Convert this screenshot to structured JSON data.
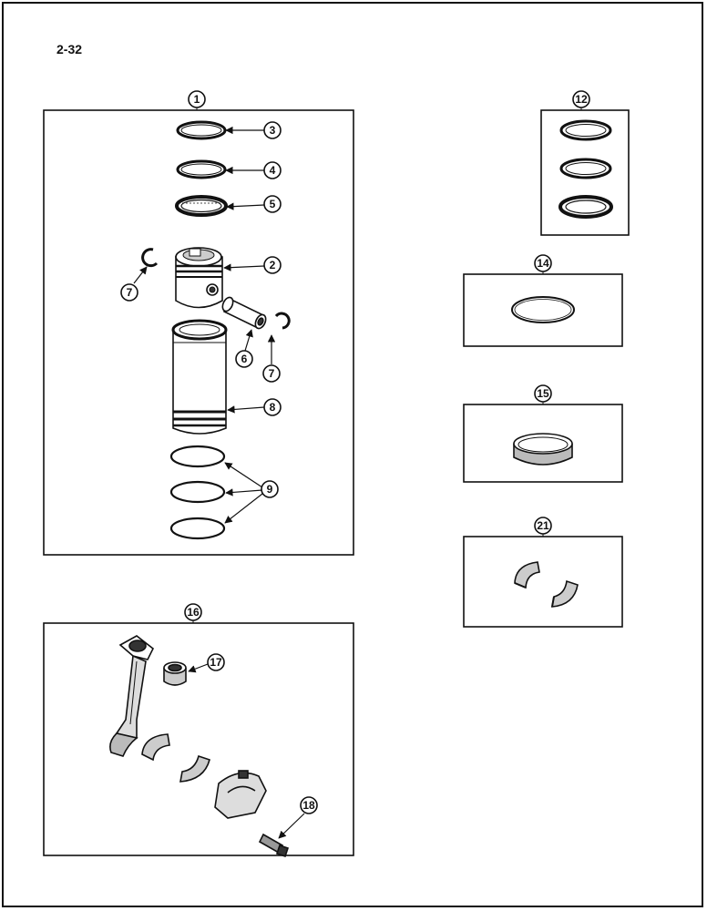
{
  "page": {
    "number": "2-32"
  },
  "groups": {
    "piston_kit": {
      "label": "1"
    },
    "ring_set": {
      "label": "12"
    },
    "seal_ring": {
      "label": "14"
    },
    "sleeve": {
      "label": "15"
    },
    "bearing_set": {
      "label": "21"
    },
    "connecting_rod": {
      "label": "16"
    }
  },
  "callouts": {
    "ring_top": "3",
    "ring_second": "4",
    "ring_oil": "5",
    "piston": "2",
    "snap_ring_left": "7",
    "piston_pin": "6",
    "snap_ring_right": "7",
    "cylinder_liner": "8",
    "o_rings": "9",
    "small_end_bushing": "17",
    "rod_bolt": "18"
  },
  "colors": {
    "line": "#111111",
    "background": "#ffffff"
  }
}
